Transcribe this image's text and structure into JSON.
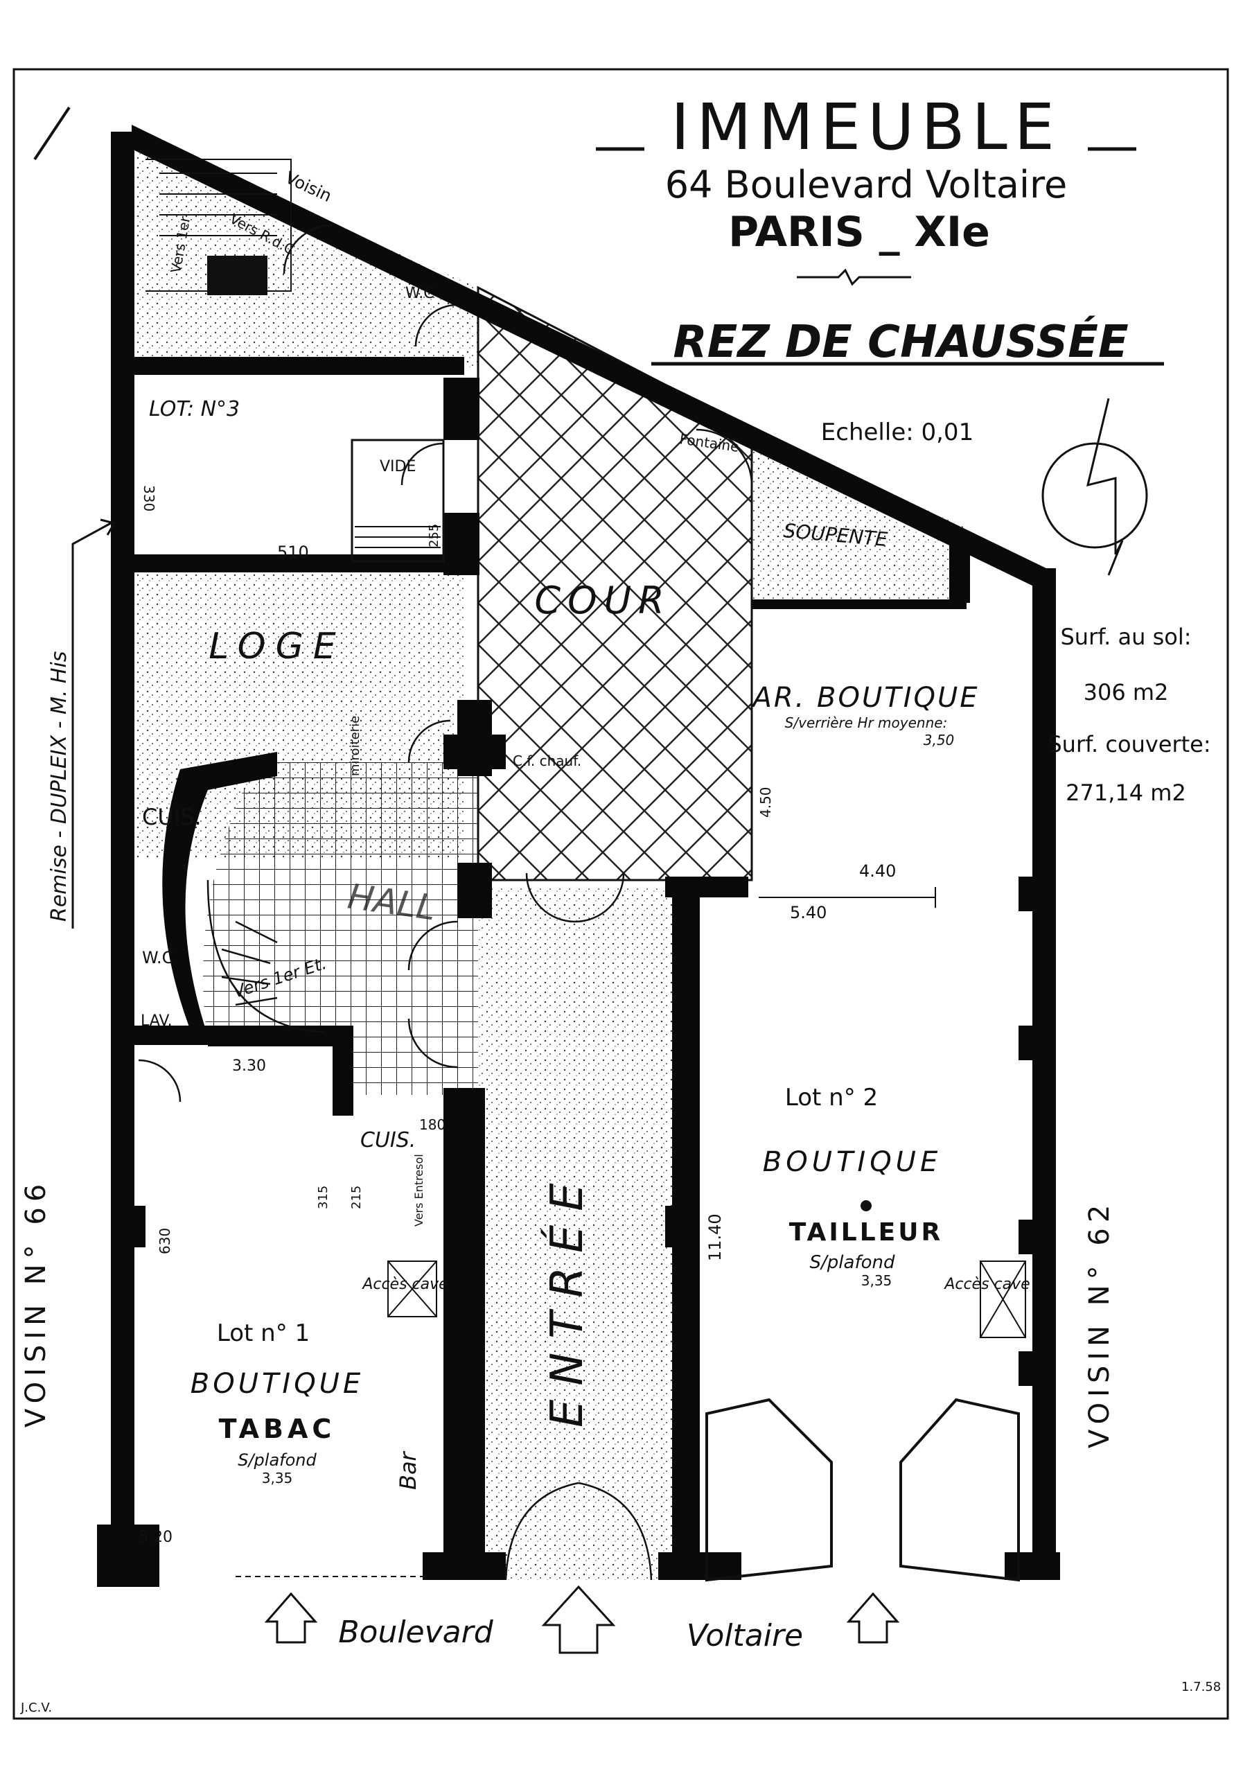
{
  "header": {
    "title": "IMMEUBLE",
    "address": "64 Boulevard Voltaire",
    "city": "PARIS _ XIe",
    "floor": "REZ DE CHAUSSÉE",
    "scale": "Echelle: 0,01"
  },
  "surfaces": {
    "ground_label": "Surf. au sol:",
    "ground_value": "306 m2",
    "covered_label": "Surf. couverte:",
    "covered_value": "271,14 m2"
  },
  "rooms": {
    "lot3": "LOT: N°3",
    "vide": "VIDE",
    "loge": "LOGE",
    "cour": "COUR",
    "soupente": "SOUPENTE",
    "fontaine": "Fontaine",
    "ar_boutique": "AR. BOUTIQUE",
    "ar_boutique_sub": "S/verrière Hr moyenne:",
    "ar_boutique_h": "3,50",
    "cuis_top": "CUIS.",
    "hall": "HALL",
    "wc_top": "W.C",
    "wc_left": "W.C",
    "lav": "LAV.",
    "cuis_low": "CUIS.",
    "lot1": "Lot n° 1",
    "boutique1": "BOUTIQUE",
    "tabac": "TABAC",
    "plafond1": "S/plafond",
    "plafond1_h": "3,35",
    "bar": "Bar",
    "entree": "ENTRÉE",
    "lot2": "Lot n° 2",
    "boutique2": "BOUTIQUE",
    "tailleur": "TAILLEUR",
    "plafond2": "S/plafond",
    "plafond2_h": "3,35",
    "acces_cave": "Accès cave",
    "voisin_top": "Voisin",
    "vers_rdc": "Vers R.d.C",
    "vers_1er_top": "Vers 1er",
    "vers_1er_hall": "Vers 1er Et.",
    "vers_entresol": "Vers Entresol",
    "c_chauf": "C.f. chauf.",
    "miroiterie": "miroiterie"
  },
  "dimensions": {
    "d330_top": "330",
    "d510": "510",
    "d255": "255",
    "d450": "4.50",
    "d440": "4.40",
    "d540": "5.40",
    "d330_mid": "3.30",
    "d180": "180",
    "d315": "315",
    "d215": "215",
    "d630": "630",
    "d1140": "11.40",
    "d520": "5.20"
  },
  "neighbours": {
    "left": "VOISIN N° 66",
    "right": "VOISIN N° 62"
  },
  "street": {
    "word1": "Boulevard",
    "word2": "Voltaire"
  },
  "margin_note": "Remise - DUPLEIX - M. His",
  "initials": "J.C.V.",
  "date": "1.7.58"
}
